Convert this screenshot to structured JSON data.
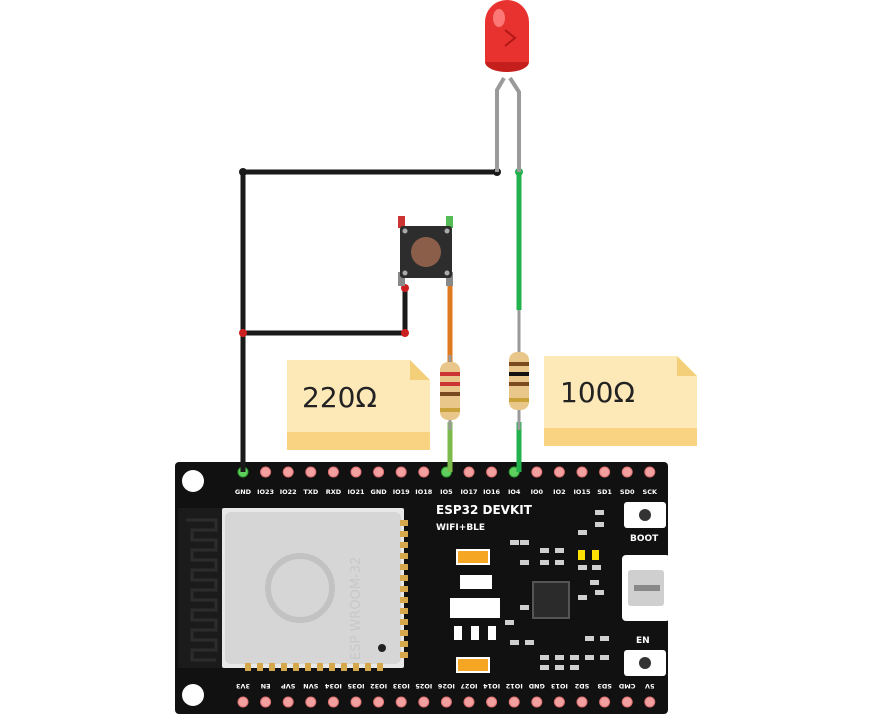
{
  "colors": {
    "board": "#111111",
    "module": "#d9d9d9",
    "wire_black": "#1a1a1a",
    "wire_green": "#22b14c",
    "wire_orange": "#e07a1f",
    "led": "#e8322f",
    "note": "#fce7b0"
  },
  "board": {
    "title": "ESP32 DEVKIT",
    "subtitle": "WIFI+BLE",
    "module_label": "ESP WROOM-32",
    "boot_label": "BOOT",
    "en_label": "EN",
    "top_pins": [
      "GND",
      "IO23",
      "IO22",
      "TXD",
      "RXD",
      "IO21",
      "GND",
      "IO19",
      "IO18",
      "IO5",
      "IO17",
      "IO16",
      "IO4",
      "IO0",
      "IO2",
      "IO15",
      "SD1",
      "SD0",
      "SCK"
    ],
    "bottom_pins": [
      "3V3",
      "EN",
      "SVP",
      "SVN",
      "IO34",
      "IO35",
      "IO32",
      "IO33",
      "IO25",
      "IO26",
      "IO27",
      "IO14",
      "IO12",
      "GND",
      "IO13",
      "SD2",
      "SD3",
      "CMD",
      "5V"
    ]
  },
  "notes": [
    {
      "text": "220Ω"
    },
    {
      "text": "100Ω"
    }
  ]
}
